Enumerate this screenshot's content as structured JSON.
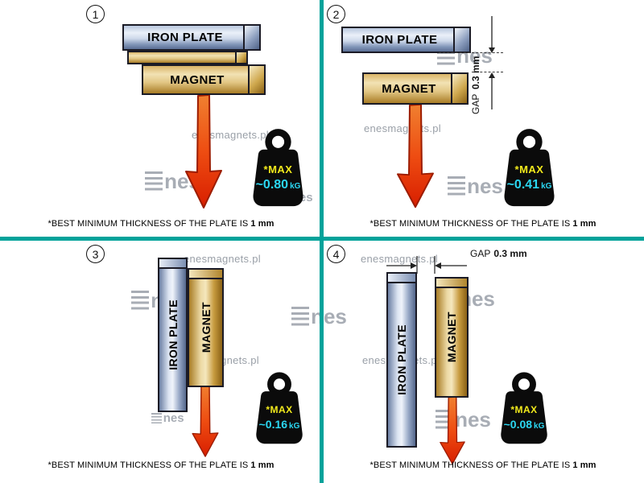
{
  "colors": {
    "divider": "#00a29a",
    "arrow": "#e8380f",
    "max_label": "#f2ea1c",
    "value_label": "#2bd7f2",
    "iron_plate": "#8ea0c0",
    "magnet": "#d9b366",
    "watermark": "#9aa0a8"
  },
  "watermark": {
    "site": "enesmagnets.pl",
    "logo_text": "nes"
  },
  "panels": [
    {
      "number": "1",
      "iron_plate": "IRON PLATE",
      "magnet": "MAGNET",
      "weight": {
        "max": "*MAX",
        "value": "~0.80",
        "unit": "kG"
      },
      "footer": {
        "text": "*BEST MINIMUM THICKNESS OF THE PLATE IS",
        "bold": "1 mm"
      }
    },
    {
      "number": "2",
      "iron_plate": "IRON PLATE",
      "magnet": "MAGNET",
      "gap": {
        "label": "GAP",
        "value": "0.3 mm"
      },
      "weight": {
        "max": "*MAX",
        "value": "~0.41",
        "unit": "kG"
      },
      "footer": {
        "text": "*BEST MINIMUM THICKNESS OF THE PLATE IS",
        "bold": "1 mm"
      }
    },
    {
      "number": "3",
      "iron_plate": "IRON PLATE",
      "magnet": "MAGNET",
      "weight": {
        "max": "*MAX",
        "value": "~0.16",
        "unit": "kG"
      },
      "footer": {
        "text": "*BEST MINIMUM THICKNESS OF THE PLATE IS",
        "bold": "1 mm"
      }
    },
    {
      "number": "4",
      "iron_plate": "IRON PLATE",
      "magnet": "MAGNET",
      "gap": {
        "label": "GAP",
        "value": "0.3 mm"
      },
      "weight": {
        "max": "*MAX",
        "value": "~0.08",
        "unit": "kG"
      },
      "footer": {
        "text": "*BEST MINIMUM THICKNESS OF THE PLATE IS",
        "bold": "1 mm"
      }
    }
  ]
}
